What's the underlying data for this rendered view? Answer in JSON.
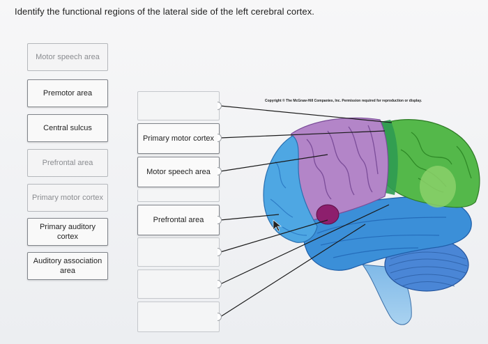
{
  "question": "Identify the functional regions of the lateral side of the left cerebral cortex.",
  "word_bank": [
    {
      "label": "Motor speech area",
      "used": true
    },
    {
      "label": "Premotor area",
      "used": false
    },
    {
      "label": "Central sulcus",
      "used": false
    },
    {
      "label": "Prefrontal area",
      "used": true
    },
    {
      "label": "Primary motor cortex",
      "used": true
    },
    {
      "label": "Primary auditory cortex",
      "used": false
    },
    {
      "label": "Auditory association area",
      "used": false
    }
  ],
  "drop_slots": [
    {
      "label": ""
    },
    {
      "label": "Primary motor cortex"
    },
    {
      "label": "Motor speech area"
    },
    {
      "label": ""
    },
    {
      "label": "Prefrontal area"
    },
    {
      "label": ""
    },
    {
      "label": ""
    },
    {
      "label": ""
    }
  ],
  "copyright": "Copyright © The McGraw-Hill Companies, Inc. Permission required for reproduction or display.",
  "colors": {
    "frontal_blue": "#4ea7e3",
    "parietal_purple": "#b385c8",
    "occipital_green": "#54b84a",
    "temporal_blue": "#3b8fd8",
    "speech_magenta": "#8d1f6d",
    "cerebellum_blue": "#4a86d6",
    "leader_line": "#1a1a1a"
  }
}
